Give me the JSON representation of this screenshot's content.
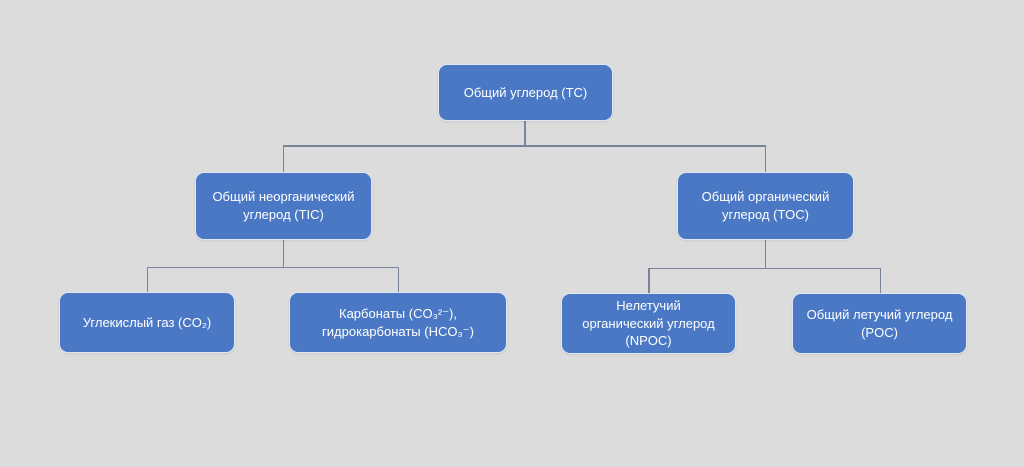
{
  "diagram": {
    "type": "tree",
    "language": "ru",
    "colors": {
      "node_fill": "#4a78c4",
      "node_border": "#dfe7f3",
      "node_text": "#ffffff",
      "connector": "#78849a",
      "background": "#dcdcdc"
    },
    "nodes": {
      "root": {
        "label": "Общий углерод (TC)"
      },
      "tic": {
        "label": "Общий неорганический углерод (TIC)"
      },
      "toc": {
        "label": "Общий органический углерод (TOC)"
      },
      "co2": {
        "label": "Углекислый газ (CO₂)"
      },
      "carb": {
        "label": "Карбонаты (CO₃²⁻), гидрокарбонаты (HCO₃⁻)"
      },
      "npoc": {
        "label": "Нелетучий органический углерод (NPOC)"
      },
      "poc": {
        "label": "Общий летучий углерод (POC)"
      }
    },
    "hierarchy": {
      "root": [
        "tic",
        "toc"
      ],
      "tic": [
        "co2",
        "carb"
      ],
      "toc": [
        "npoc",
        "poc"
      ]
    }
  }
}
